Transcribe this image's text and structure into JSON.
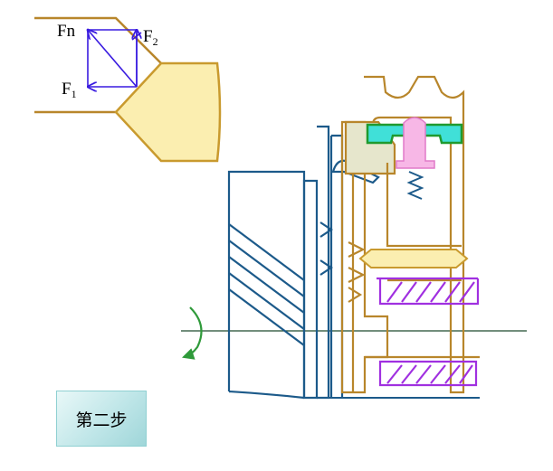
{
  "labels": {
    "fn": "Fn",
    "f1_main": "F",
    "f1_sub": "1",
    "f2_main": "F",
    "f2_sub": "2"
  },
  "step_button": {
    "label": "第二步"
  },
  "colors": {
    "brown": "#b8862b",
    "tooth_fill": "#fbeeb0",
    "blue_outline": "#1c5a8a",
    "vector_blue": "#3a1ce0",
    "green": "#1f9a2f",
    "teal": "#40e0d8",
    "pink": "#f7b7e6",
    "purple": "#a030e0",
    "arrow_green": "#2f9a3a",
    "axis": "#1f4a2e"
  }
}
